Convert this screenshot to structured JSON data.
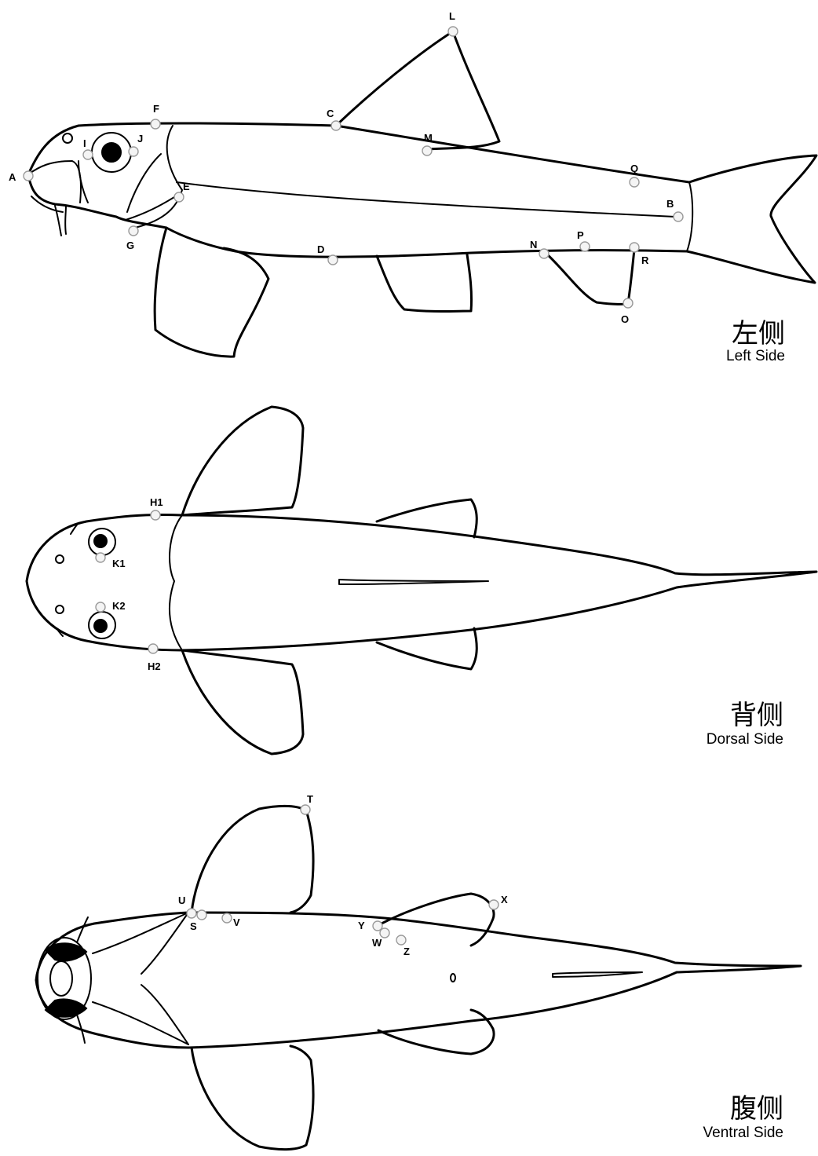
{
  "views": {
    "left": {
      "cn": "左侧",
      "en": "Left Side"
    },
    "dorsal": {
      "cn": "背侧",
      "en": "Dorsal Side"
    },
    "ventral": {
      "cn": "腹侧",
      "en": "Ventral Side"
    }
  },
  "landmarks": {
    "A": "A",
    "B": "B",
    "C": "C",
    "D": "D",
    "E": "E",
    "F": "F",
    "G": "G",
    "I": "I",
    "J": "J",
    "L": "L",
    "M": "M",
    "N": "N",
    "O": "O",
    "P": "P",
    "Q": "Q",
    "R": "R",
    "H1": "H1",
    "H2": "H2",
    "K1": "K1",
    "K2": "K2",
    "S": "S",
    "T": "T",
    "U": "U",
    "V": "V",
    "W": "W",
    "X": "X",
    "Y": "Y",
    "Z": "Z"
  }
}
